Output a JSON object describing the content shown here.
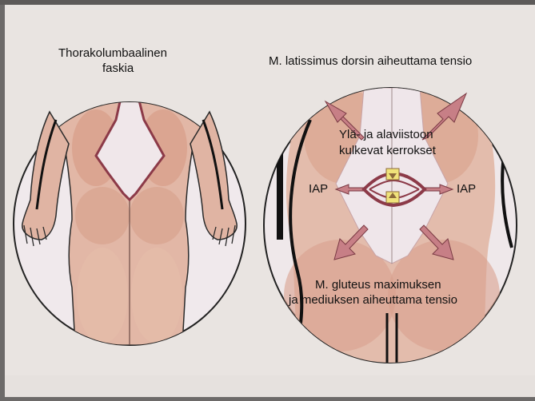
{
  "left_panel": {
    "title_line1": "Thorakolumbaalinen",
    "title_line2": "faskia"
  },
  "right_panel": {
    "title": "M. latissimus dorsin aiheuttama tensio",
    "center_line1": "Ylä- ja alaviistoon",
    "center_line2": "kulkevat kerrokset",
    "iap_left": "IAP",
    "iap_right": "IAP",
    "bottom_line1": "M. gluteus maximuksen",
    "bottom_line2": "ja mediuksen aiheuttama tensio"
  },
  "colors": {
    "page": "#e9e4e1",
    "circle": "#efe8ea",
    "muscle": "#d9a08f",
    "fascia_outline": "#8c3a48",
    "arrow": "#c77f86",
    "yellow": "#f0e37a"
  }
}
